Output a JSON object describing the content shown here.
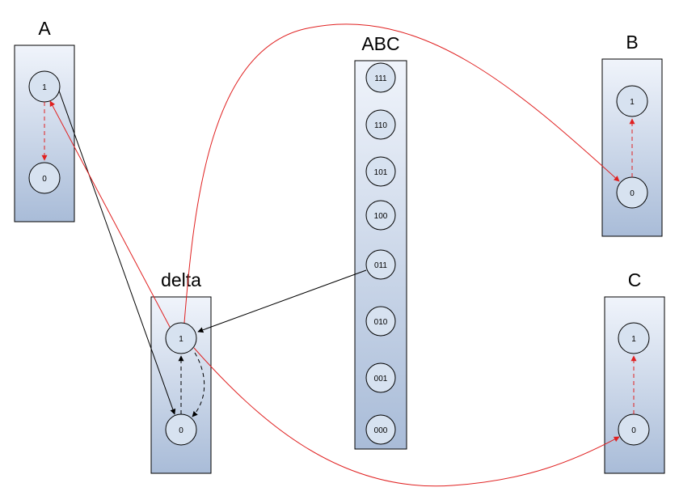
{
  "diagram": {
    "boxes": [
      {
        "id": "A",
        "title": "A",
        "nodes": [
          "1",
          "0"
        ]
      },
      {
        "id": "B",
        "title": "B",
        "nodes": [
          "1",
          "0"
        ]
      },
      {
        "id": "C",
        "title": "C",
        "nodes": [
          "1",
          "0"
        ]
      },
      {
        "id": "delta",
        "title": "delta",
        "nodes": [
          "1",
          "0"
        ]
      },
      {
        "id": "ABC",
        "title": "ABC",
        "nodes": [
          "111",
          "110",
          "101",
          "100",
          "011",
          "010",
          "001",
          "000"
        ]
      }
    ],
    "edges": [
      {
        "from": "A.1",
        "to": "A.0",
        "style": "dashed",
        "color": "red"
      },
      {
        "from": "B.0",
        "to": "B.1",
        "style": "dashed",
        "color": "red"
      },
      {
        "from": "C.0",
        "to": "C.1",
        "style": "dashed",
        "color": "red"
      },
      {
        "from": "A.1",
        "to": "delta.0",
        "style": "solid",
        "color": "black"
      },
      {
        "from": "delta.1",
        "to": "A.1",
        "style": "solid",
        "color": "red"
      },
      {
        "from": "delta.1",
        "to": "B.0",
        "style": "solid",
        "color": "red"
      },
      {
        "from": "delta.1",
        "to": "C.0",
        "style": "solid",
        "color": "red"
      },
      {
        "from": "ABC.011",
        "to": "delta.1",
        "style": "solid",
        "color": "black"
      },
      {
        "from": "delta.0",
        "to": "delta.1",
        "style": "dashed",
        "color": "black"
      },
      {
        "from": "delta.1",
        "to": "delta.0",
        "style": "dashed",
        "color": "black"
      }
    ],
    "colors": {
      "box_top": "#f0f4fb",
      "box_bottom": "#a9bcd8",
      "node_fill": "#d7e2f0",
      "red": "#e02020",
      "black": "#000000"
    }
  }
}
